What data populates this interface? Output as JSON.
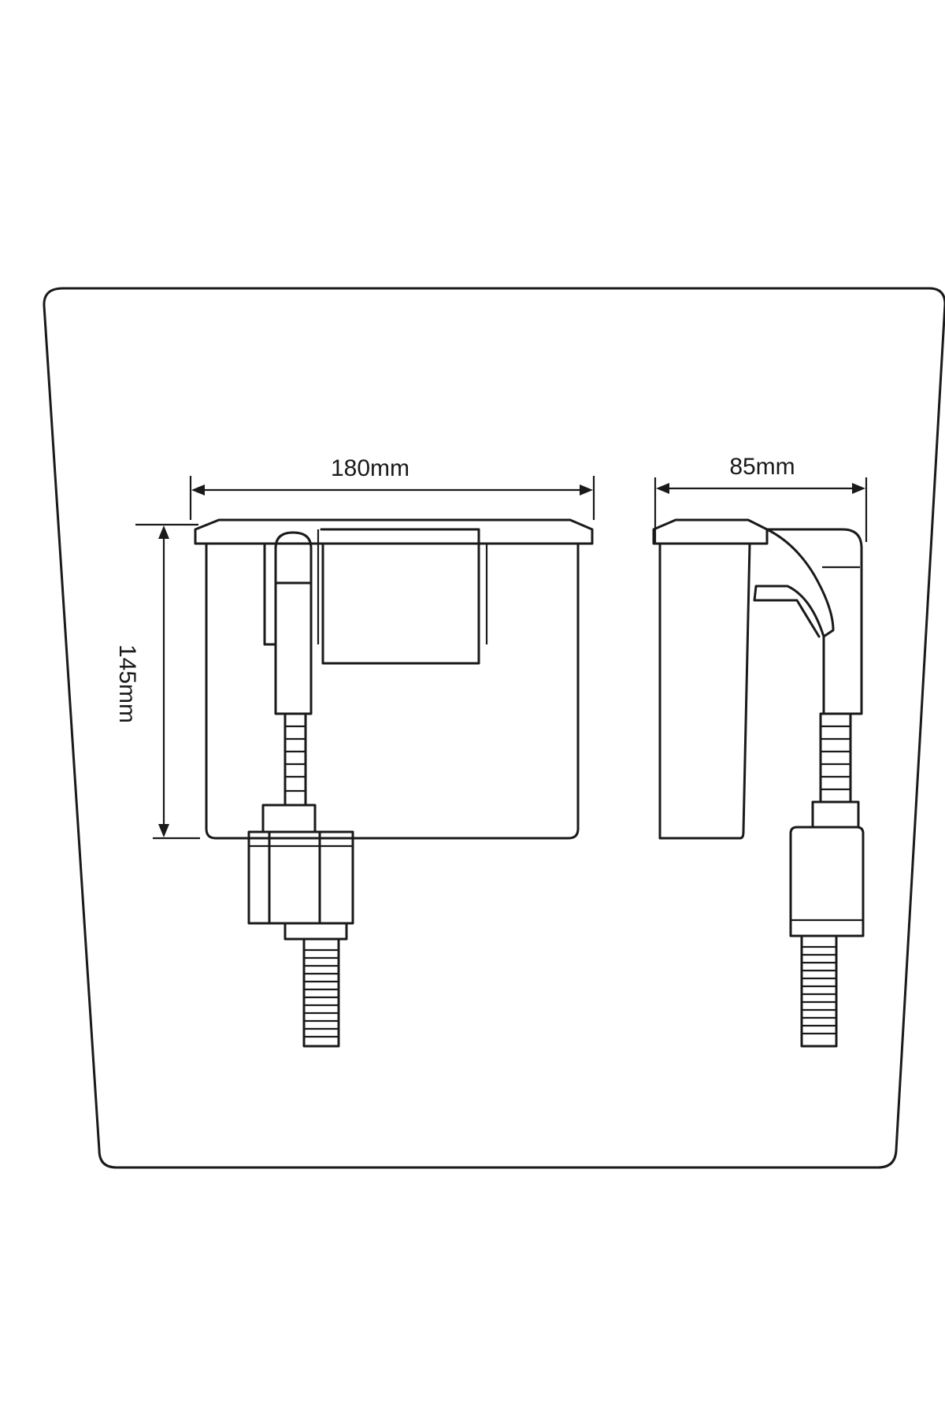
{
  "dimensions": {
    "width_label": "180mm",
    "height_label": "145mm",
    "depth_label": "85mm"
  },
  "colors": {
    "line": "#1a1a1a",
    "background": "#ffffff"
  }
}
